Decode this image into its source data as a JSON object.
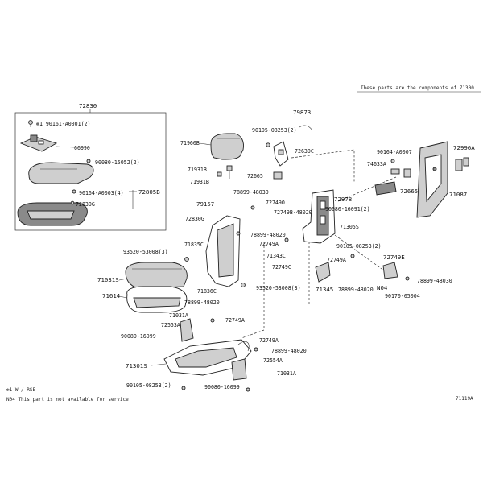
{
  "header_note": "These parts are the components of 71300",
  "group_box_label": "72830",
  "labels": {
    "l90161": "✻1 90161-A0001(2)",
    "l66990": "66990",
    "l90080a": "90080-15052(2)",
    "l90164": "90164-A0003(4)",
    "l72805b": "72805B",
    "l72830g": "72830G",
    "l79873": "79873",
    "l90105a": "90105-08253(2)",
    "l72630c": "72630C",
    "l71960b": "71960B",
    "l71931b": "71931B",
    "l71931b2": "71931B",
    "l72665": "72665",
    "l78899a": "78899-48030",
    "l72749ob": "72749O",
    "l72749b": "72749B-48020",
    "l71305s": "71305S",
    "l72978": "72978",
    "l90080b": "90080-16091(2)",
    "l90164b": "90164-A0007",
    "l74633a": "74633A",
    "l72665b": "72665",
    "l72996a": "72996A",
    "l71087": "71087",
    "l79157": "79157",
    "l72830g2": "72830G",
    "l93520a": "93520-53008(3)",
    "l71835c": "71835C",
    "l78899b": "78899-48020",
    "l72749a1": "72749A",
    "l71343c": "71343C",
    "l72749c": "72749C",
    "l90105b": "90105-08253(2)",
    "l72749e": "72749E",
    "l78899c": "78899-48030",
    "l72749a2": "72749A",
    "l71345": "71345",
    "l78899d": "78899-48020",
    "lN04": "N04",
    "l90170": "90170-05004",
    "l71031s": "71031S",
    "l71614": "71614",
    "l71836c": "71836C",
    "l93520b": "93520-53008(3)",
    "l78899e": "78899-48020",
    "l71031a": "71031A",
    "l72749a3": "72749A",
    "l72553a": "72553A",
    "l90080c": "90080-16099",
    "l72749a4": "72749A",
    "l78899f": "78899-48020",
    "l71301s": "71301S",
    "l72554a": "72554A",
    "l71031a2": "71031A",
    "l90105c": "90105-08253(2)",
    "l90080d": "90080-16099"
  },
  "footnotes": {
    "f1": "✻1  W / RSE",
    "f2": "N04  This part is not available for service"
  },
  "figure_code": "71119A"
}
